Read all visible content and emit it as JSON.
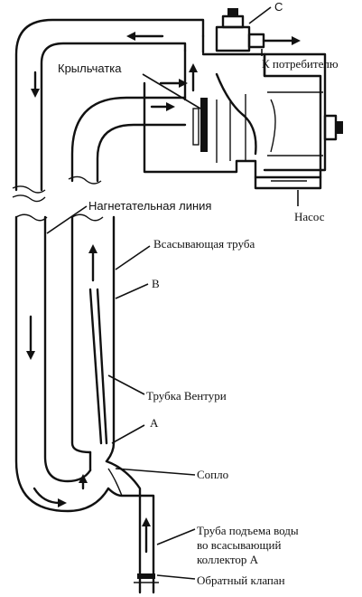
{
  "labels": {
    "c": "C",
    "to_consumer": "К потребителю",
    "impeller": "Крыльчатка",
    "pressure_line": "Нагнетательная линия",
    "pump": "Насос",
    "suction_pipe": "Всасывающая труба",
    "b": "B",
    "venturi": "Трубка Вентури",
    "a": "A",
    "nozzle": "Сопло",
    "lift_line1": "Труба подъема воды",
    "lift_line2": "во всасывающий",
    "lift_line3": "коллектор A",
    "check_valve": "Обратный клапан"
  },
  "colors": {
    "ink": "#111111",
    "background": "#ffffff"
  }
}
